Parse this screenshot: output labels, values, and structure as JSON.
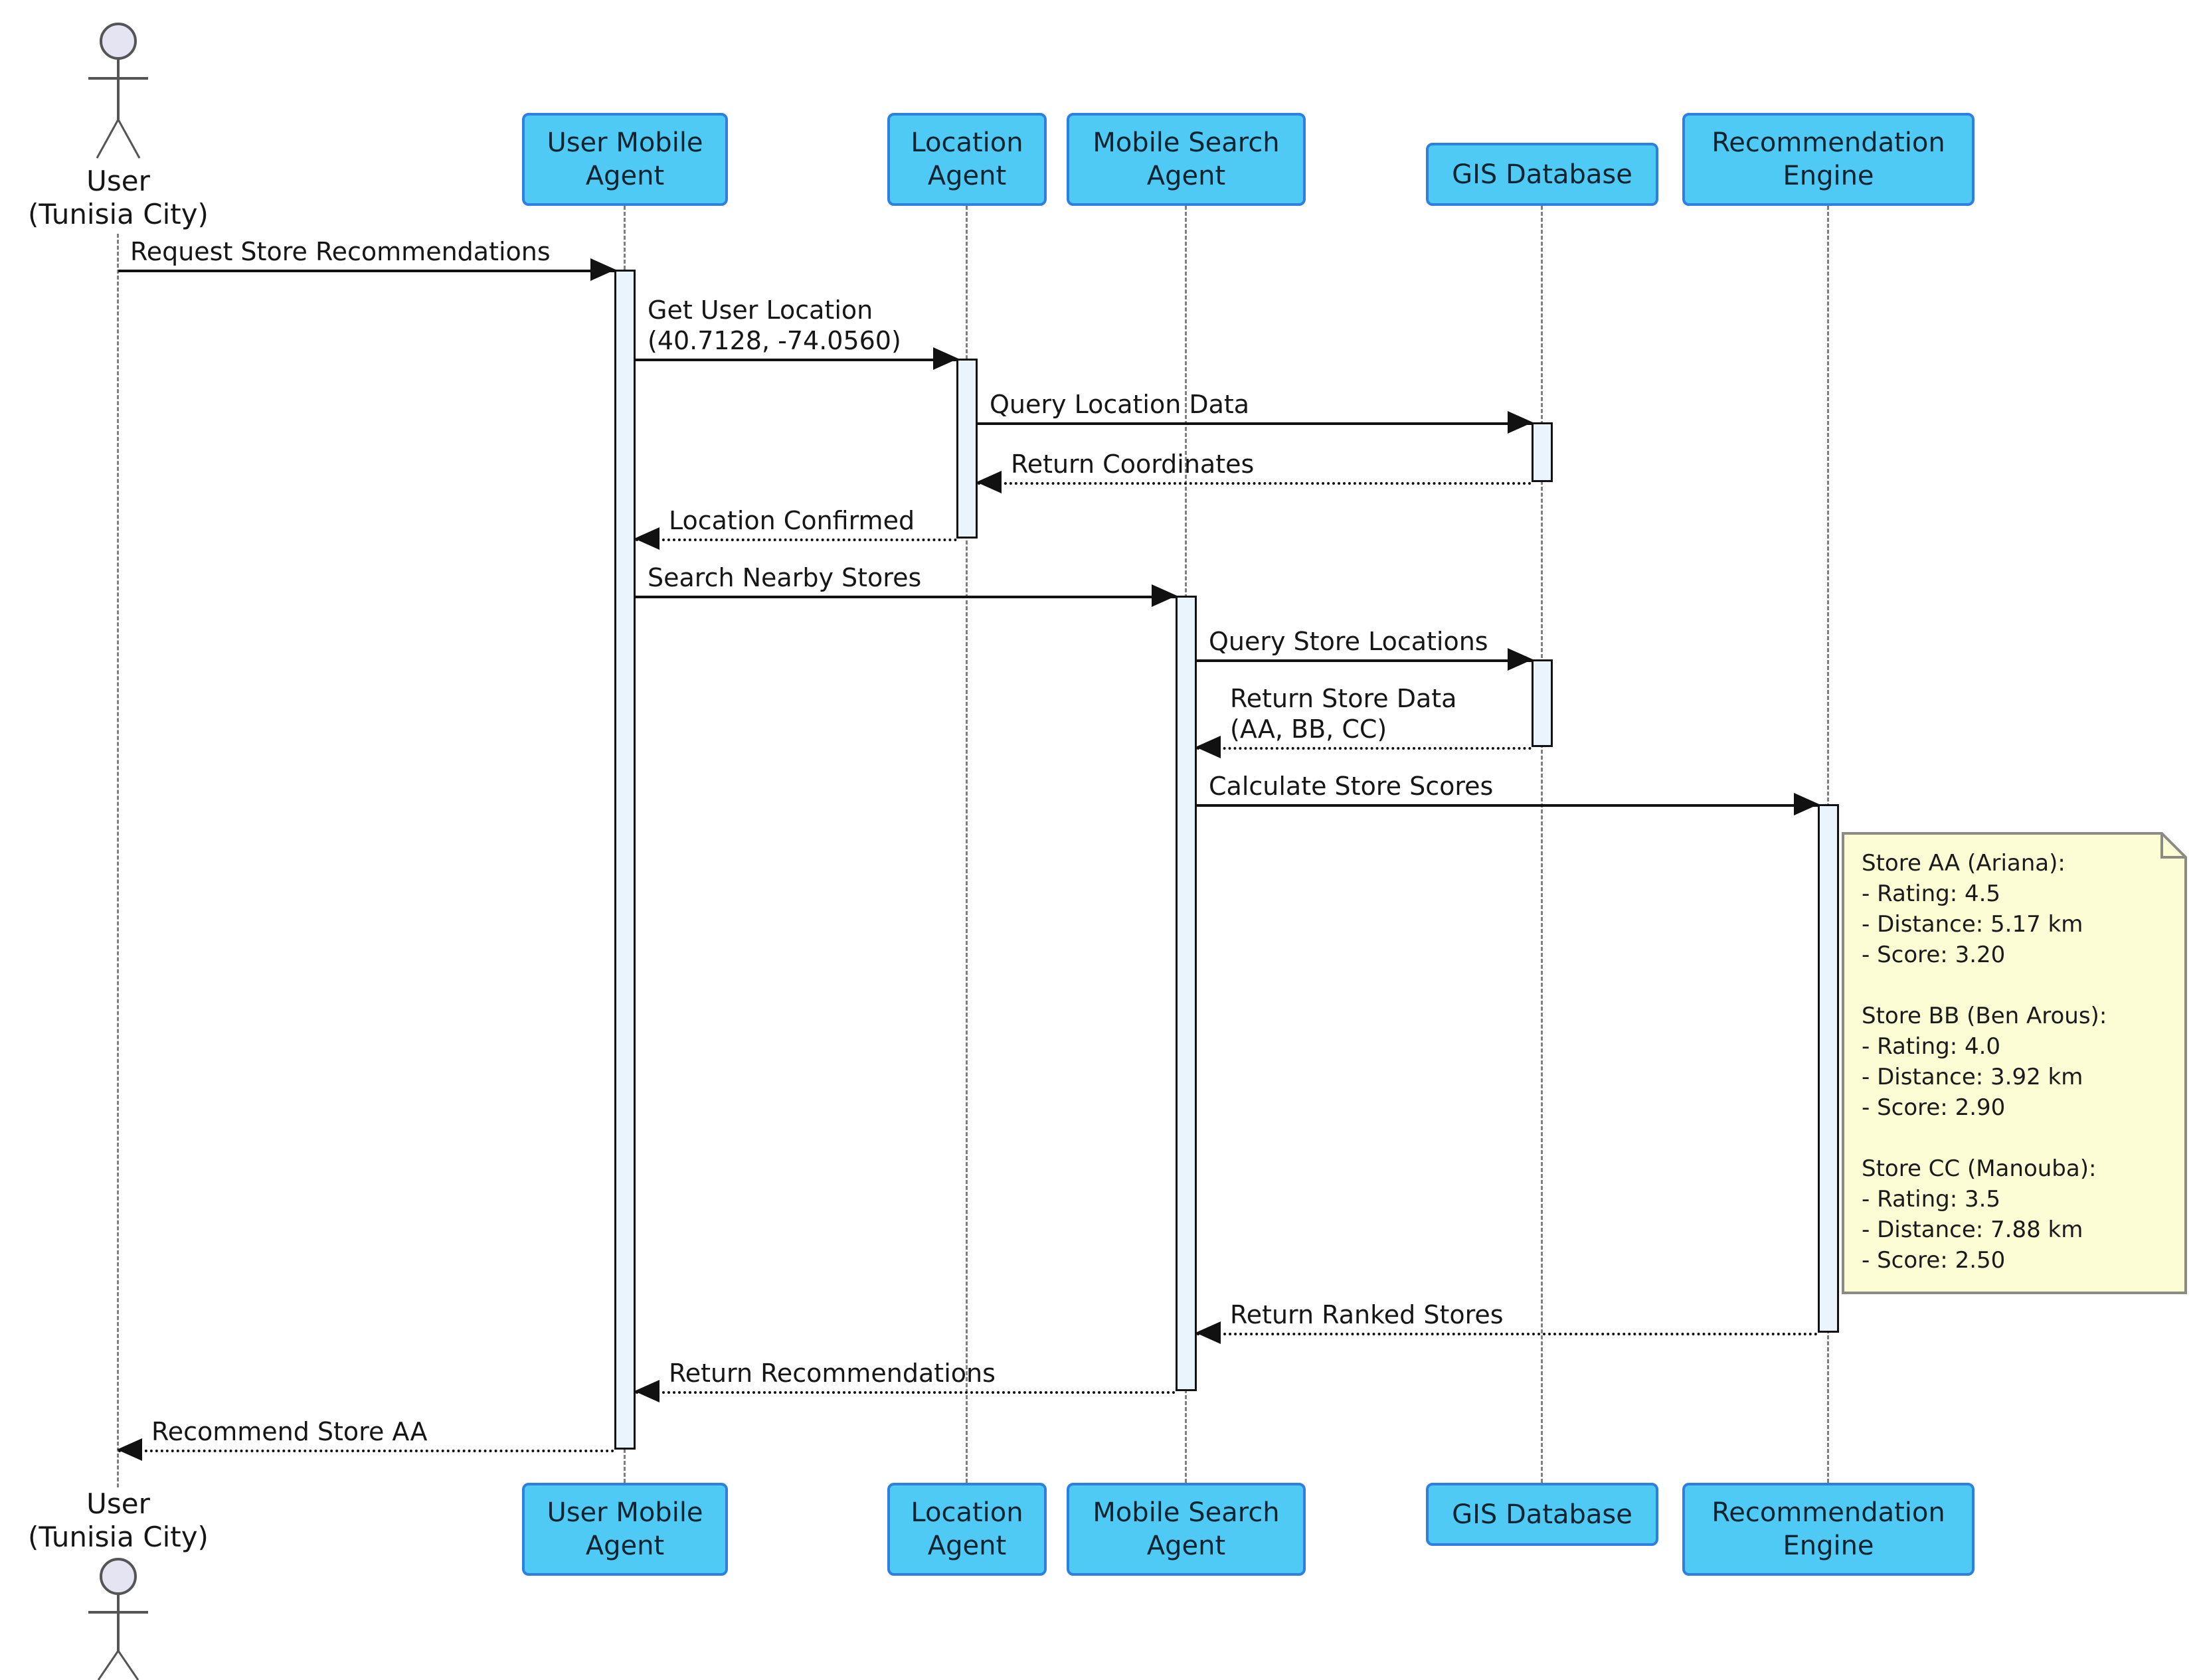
{
  "diagram_type": "uml-sequence-diagram",
  "actor": {
    "name": "User",
    "location": "(Tunisia City)"
  },
  "participants": [
    {
      "label": "User Mobile Agent"
    },
    {
      "label": "Location Agent"
    },
    {
      "label": "Mobile Search Agent"
    },
    {
      "label": "GIS Database"
    },
    {
      "label": "Recommendation Engine"
    }
  ],
  "messages": [
    {
      "label": "Request Store Recommendations",
      "type": "solid",
      "direction": "right",
      "from": "User",
      "to": "User Mobile Agent"
    },
    {
      "label": "Get User Location",
      "label2": "(40.7128, -74.0560)",
      "type": "solid",
      "direction": "right",
      "from": "User Mobile Agent",
      "to": "Location Agent"
    },
    {
      "label": "Query Location Data",
      "type": "solid",
      "direction": "right",
      "from": "Location Agent",
      "to": "GIS Database"
    },
    {
      "label": "Return Coordinates",
      "type": "dashed",
      "direction": "left",
      "from": "GIS Database",
      "to": "Location Agent"
    },
    {
      "label": "Location Confirmed",
      "type": "dashed",
      "direction": "left",
      "from": "Location Agent",
      "to": "User Mobile Agent"
    },
    {
      "label": "Search Nearby Stores",
      "type": "solid",
      "direction": "right",
      "from": "User Mobile Agent",
      "to": "Mobile Search Agent"
    },
    {
      "label": "Query Store Locations",
      "type": "solid",
      "direction": "right",
      "from": "Mobile Search Agent",
      "to": "GIS Database"
    },
    {
      "label": "Return Store Data",
      "label2": "(AA, BB, CC)",
      "type": "dashed",
      "direction": "left",
      "from": "GIS Database",
      "to": "Mobile Search Agent"
    },
    {
      "label": "Calculate Store Scores",
      "type": "solid",
      "direction": "right",
      "from": "Mobile Search Agent",
      "to": "Recommendation Engine"
    },
    {
      "label": "Return Ranked Stores",
      "type": "dashed",
      "direction": "left",
      "from": "Recommendation Engine",
      "to": "Mobile Search Agent"
    },
    {
      "label": "Return Recommendations",
      "type": "dashed",
      "direction": "left",
      "from": "Mobile Search Agent",
      "to": "User Mobile Agent"
    },
    {
      "label": "Recommend Store AA",
      "type": "dashed",
      "direction": "left",
      "from": "User Mobile Agent",
      "to": "User"
    }
  ],
  "note": {
    "lines": [
      "Store AA (Ariana):",
      "- Rating: 4.5",
      "- Distance: 5.17 km",
      "- Score: 3.20",
      "",
      "Store BB (Ben Arous):",
      "- Rating: 4.0",
      "- Distance: 3.92 km",
      "- Score: 2.90",
      "",
      "Store CC (Manouba):",
      "- Rating: 3.5",
      "- Distance: 7.88 km",
      "- Score: 2.50"
    ]
  },
  "colors": {
    "participant_fill": "#4FCAF5",
    "participant_border": "#2F7FE0",
    "activation_fill": "#EAF4FC",
    "note_fill": "#FCFDD4",
    "note_border": "#8B8B83",
    "lifeline": "#808080",
    "arrow": "#111111",
    "actor_head_fill": "#E4E4F2"
  }
}
